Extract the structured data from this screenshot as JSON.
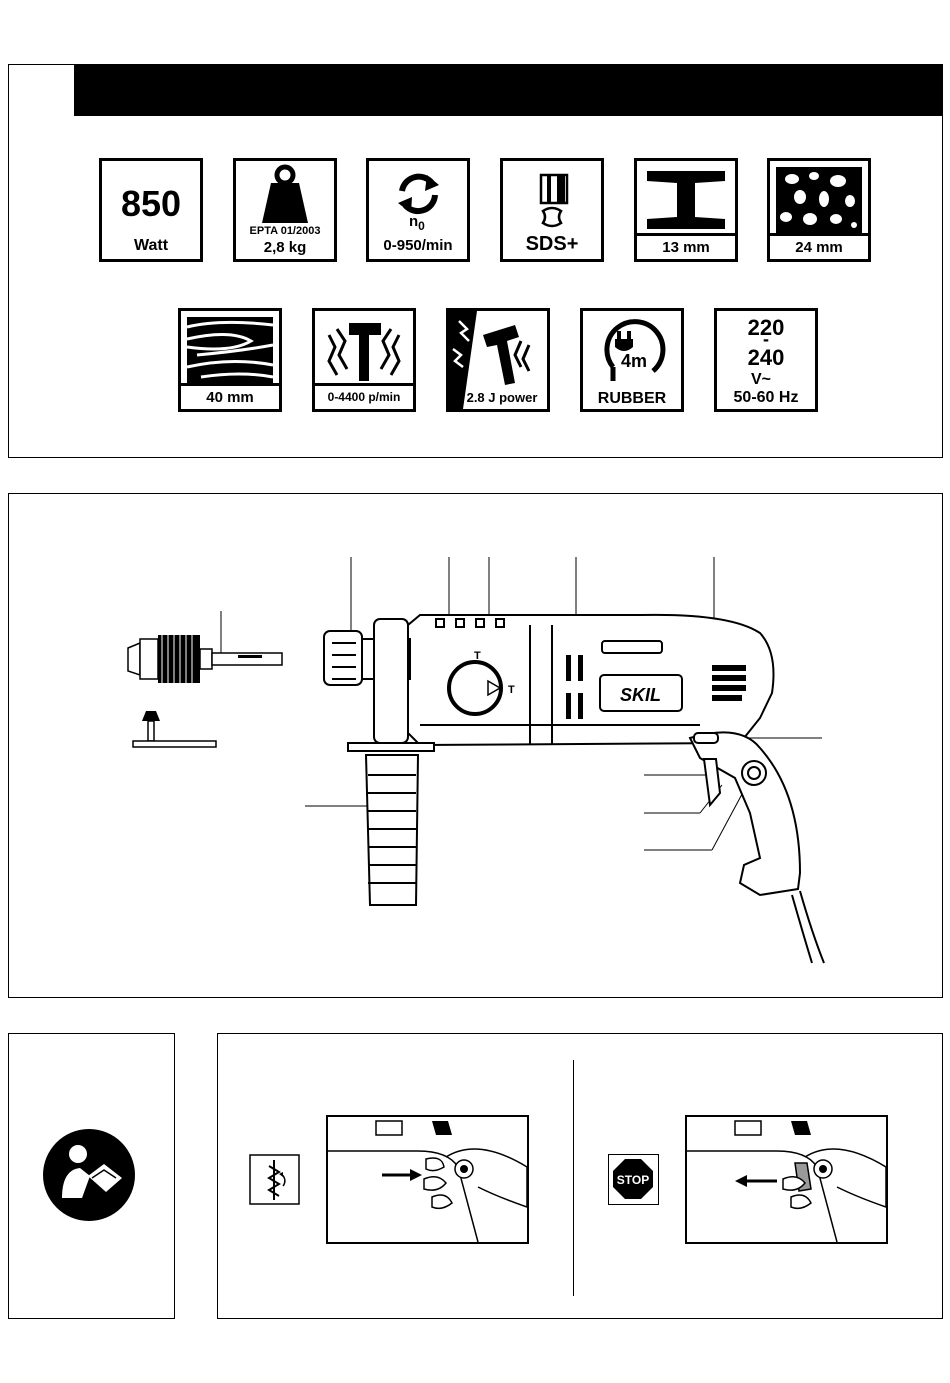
{
  "header": {
    "title": ""
  },
  "specs": {
    "power": {
      "value": "850",
      "unit": "Watt",
      "icon": "power-icon"
    },
    "weight": {
      "standard": "EPTA 01/2003",
      "value": "2,8 kg",
      "icon": "weight-icon"
    },
    "speed": {
      "symbol": "n",
      "sub": "0",
      "value": "0-950/min",
      "icon": "rotation-icon"
    },
    "chuck": {
      "value": "SDS+",
      "icon": "sds-bit-icon"
    },
    "steel": {
      "value": "13 mm",
      "icon": "steel-beam-icon"
    },
    "concrete": {
      "value": "24 mm",
      "icon": "concrete-icon"
    },
    "wood": {
      "value": "40 mm",
      "icon": "wood-grain-icon"
    },
    "impact": {
      "value": "0-4400 p/min",
      "icon": "hammer-impact-icon"
    },
    "energy": {
      "value": "2.8 J power",
      "icon": "hammer-energy-icon"
    },
    "cable": {
      "length": "4",
      "unit": "m",
      "value": "RUBBER",
      "icon": "plug-cable-icon"
    },
    "voltage": {
      "top": "220",
      "dash": "-",
      "bottom": "240",
      "v": "V",
      "ac": "~",
      "freq": "50-60 Hz",
      "icon": "voltage-icon"
    }
  },
  "diagram": {
    "brand": "SKIL",
    "mode_drill": "T",
    "mode_hammer": "T"
  },
  "instructions": {
    "stop_label": "STOP"
  },
  "colors": {
    "ink": "#000000",
    "paper": "#ffffff",
    "switch_gray": "#9a9a9a"
  }
}
